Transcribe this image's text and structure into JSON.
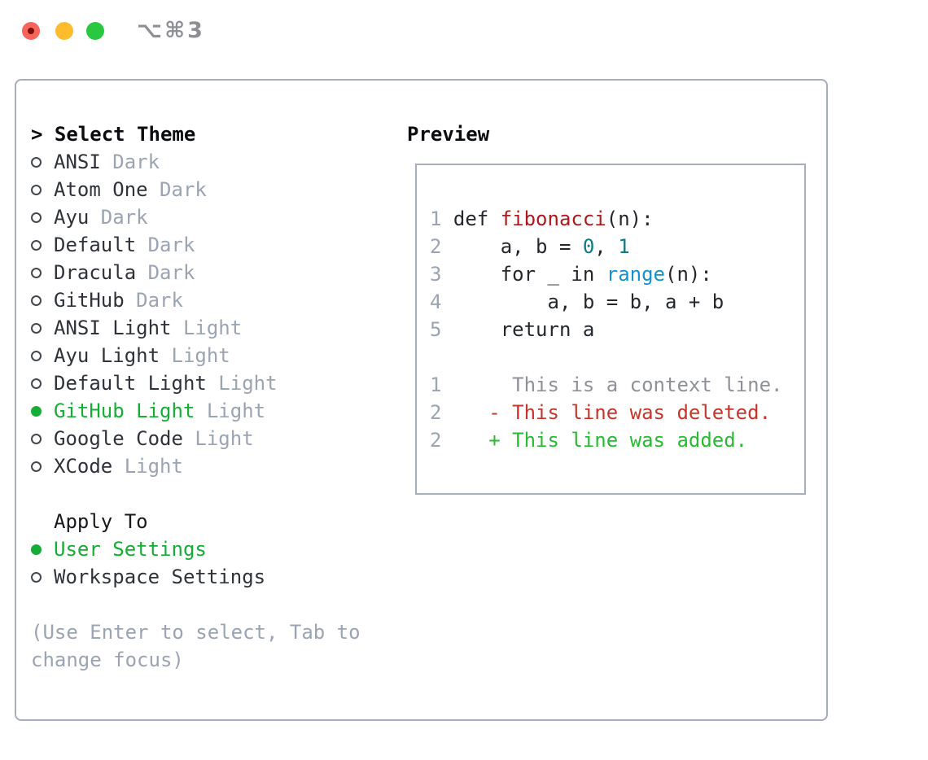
{
  "titlebar": {
    "shortcut_label": "⌥⌘3",
    "traffic_lights": [
      "close",
      "minimize",
      "zoom"
    ]
  },
  "colors": {
    "selection_green": "#16ad36",
    "added_green": "#26bc31",
    "deleted_red": "#c8342a",
    "function_red": "#b0181c",
    "number_teal": "#0e7c82",
    "builtin_blue": "#1292d2",
    "muted_gray": "#9aa4b2",
    "context_gray": "#8e9196",
    "border_gray": "#a6aebb",
    "traffic_red": "#f7645c",
    "traffic_yellow": "#fdbc2e",
    "traffic_green": "#2ac840"
  },
  "theme_list": {
    "header_prefix": ">",
    "header_label": "Select Theme",
    "items": [
      {
        "name": "ANSI",
        "variant": "Dark",
        "selected": false
      },
      {
        "name": "Atom One",
        "variant": "Dark",
        "selected": false
      },
      {
        "name": "Ayu",
        "variant": "Dark",
        "selected": false
      },
      {
        "name": "Default",
        "variant": "Dark",
        "selected": false
      },
      {
        "name": "Dracula",
        "variant": "Dark",
        "selected": false
      },
      {
        "name": "GitHub",
        "variant": "Dark",
        "selected": false
      },
      {
        "name": "ANSI Light",
        "variant": "Light",
        "selected": false
      },
      {
        "name": "Ayu Light",
        "variant": "Light",
        "selected": false
      },
      {
        "name": "Default Light",
        "variant": "Light",
        "selected": false
      },
      {
        "name": "GitHub Light",
        "variant": "Light",
        "selected": true
      },
      {
        "name": "Google Code",
        "variant": "Light",
        "selected": false
      },
      {
        "name": "XCode",
        "variant": "Light",
        "selected": false
      }
    ]
  },
  "apply_to": {
    "header": "Apply To",
    "items": [
      {
        "label": "User Settings",
        "selected": true
      },
      {
        "label": "Workspace Settings",
        "selected": false
      }
    ]
  },
  "help_text": {
    "line1": "(Use Enter to select, Tab to",
    "line2": "change focus)"
  },
  "preview": {
    "header": "Preview",
    "lines": [
      {
        "segments": [
          {
            "s": "lineno",
            "t": "1"
          },
          {
            "s": "code",
            "t": " def "
          },
          {
            "s": "function",
            "t": "fibonacci"
          },
          {
            "s": "code",
            "t": "(n):"
          }
        ]
      },
      {
        "segments": [
          {
            "s": "lineno",
            "t": "2"
          },
          {
            "s": "code",
            "t": "     a, b = "
          },
          {
            "s": "number",
            "t": "0"
          },
          {
            "s": "code",
            "t": ", "
          },
          {
            "s": "number",
            "t": "1"
          }
        ]
      },
      {
        "segments": [
          {
            "s": "lineno",
            "t": "3"
          },
          {
            "s": "code",
            "t": "     for _ in "
          },
          {
            "s": "builtin",
            "t": "range"
          },
          {
            "s": "code",
            "t": "(n):"
          }
        ]
      },
      {
        "segments": [
          {
            "s": "lineno",
            "t": "4"
          },
          {
            "s": "code",
            "t": "         a, b = b, a + b"
          }
        ]
      },
      {
        "segments": [
          {
            "s": "lineno",
            "t": "5"
          },
          {
            "s": "code",
            "t": "     return a"
          }
        ]
      },
      {
        "segments": []
      },
      {
        "segments": [
          {
            "s": "lineno",
            "t": "1"
          },
          {
            "s": "context",
            "t": "      This is a context line."
          }
        ]
      },
      {
        "segments": [
          {
            "s": "lineno",
            "t": "2"
          },
          {
            "s": "deleted",
            "t": "    - This line was deleted."
          }
        ]
      },
      {
        "segments": [
          {
            "s": "lineno",
            "t": "2"
          },
          {
            "s": "added",
            "t": "    + This line was added."
          }
        ]
      }
    ]
  }
}
